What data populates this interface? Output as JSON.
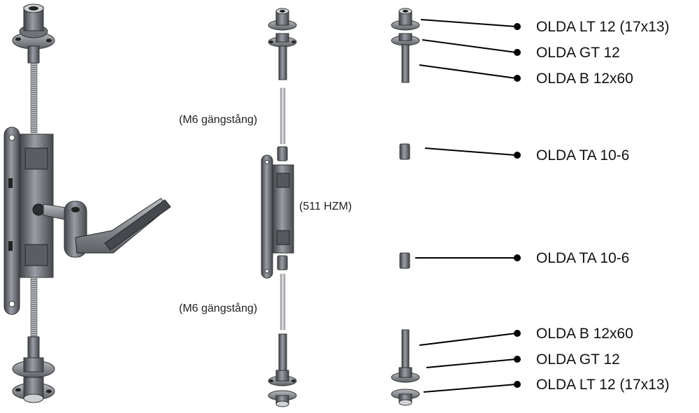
{
  "labels": {
    "rod_top": "(M6 gängstång)",
    "rod_bottom": "(M6 gängstång)",
    "lock_body": "(511 HZM)"
  },
  "callouts": [
    {
      "text": "OLDA LT 12 (17x13)"
    },
    {
      "text": "OLDA GT 12"
    },
    {
      "text": "OLDA B 12x60"
    },
    {
      "text": "OLDA TA 10-6"
    },
    {
      "text": "OLDA TA 10-6"
    },
    {
      "text": "OLDA B 12x60"
    },
    {
      "text": "OLDA GT 12"
    },
    {
      "text": "OLDA LT 12 (17x13)"
    }
  ],
  "colors": {
    "metal_dark": "#3a3d42",
    "metal_mid": "#7a7f86",
    "metal_light": "#c9ccd0",
    "line": "#000000"
  }
}
